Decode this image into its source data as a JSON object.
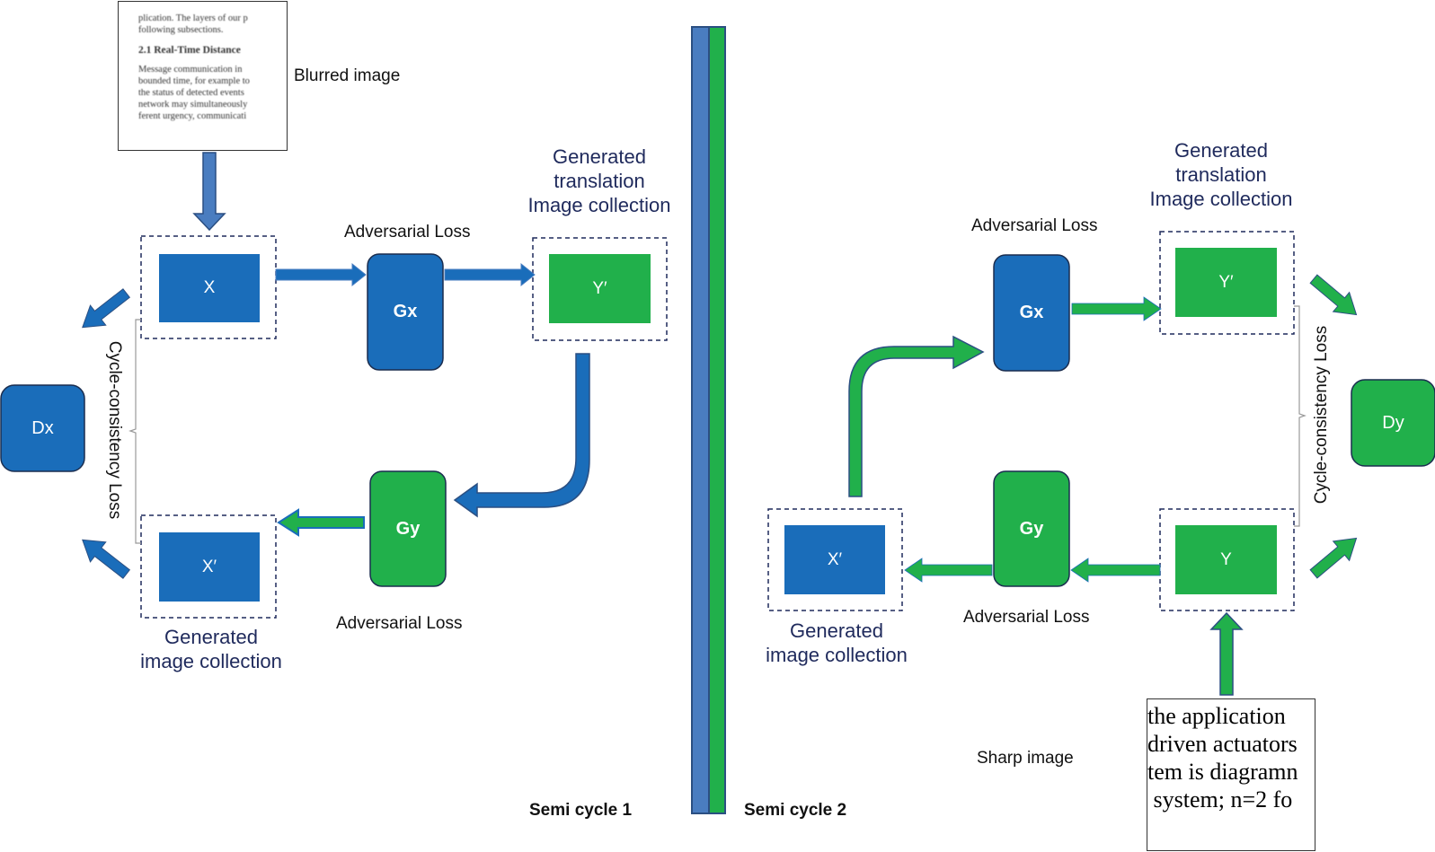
{
  "colors": {
    "blue": "#1a6dba",
    "green": "#21b04b",
    "divider_blue": "#4a7dc0",
    "label_navy": "#1f2a5c"
  },
  "left": {
    "blurred_label": "Blurred image",
    "blurred_text": {
      "line1": "plication. The layers of our p",
      "line2": "following subsections.",
      "heading": "2.1   Real-Time Distance",
      "line3": "Message communication in",
      "line4": "bounded time, for example to",
      "line5": "the status of detected events",
      "line6": "network may simultaneously",
      "line7": "ferent urgency, communicati"
    },
    "x_box": "X",
    "gx_box": "Gx",
    "y_prime_box": "Y′",
    "gy_box": "Gy",
    "x_prime_box": "X′",
    "dx_box": "Dx",
    "adv_loss_top": "Adversarial Loss",
    "adv_loss_bottom": "Adversarial Loss",
    "gen_translation": [
      "Generated",
      "translation",
      "Image collection"
    ],
    "gen_image": [
      "Generated",
      "image collection"
    ],
    "cycle_loss": "Cycle-consistency Loss",
    "semi_cycle": "Semi cycle 1"
  },
  "right": {
    "sharp_label": "Sharp image",
    "sharp_text": [
      "the application",
      "driven actuators",
      "tem is diagramn",
      " system; n=2 fo"
    ],
    "gx_box": "Gx",
    "y_prime_box": "Y′",
    "gy_box": "Gy",
    "y_box": "Y",
    "x_prime_box": "X′",
    "dy_box": "Dy",
    "adv_loss_top": "Adversarial Loss",
    "adv_loss_bottom": "Adversarial Loss",
    "gen_translation": [
      "Generated",
      "translation",
      "Image collection"
    ],
    "gen_image": [
      "Generated",
      "image collection"
    ],
    "cycle_loss": "Cycle-consistency Loss",
    "semi_cycle": "Semi cycle 2"
  }
}
